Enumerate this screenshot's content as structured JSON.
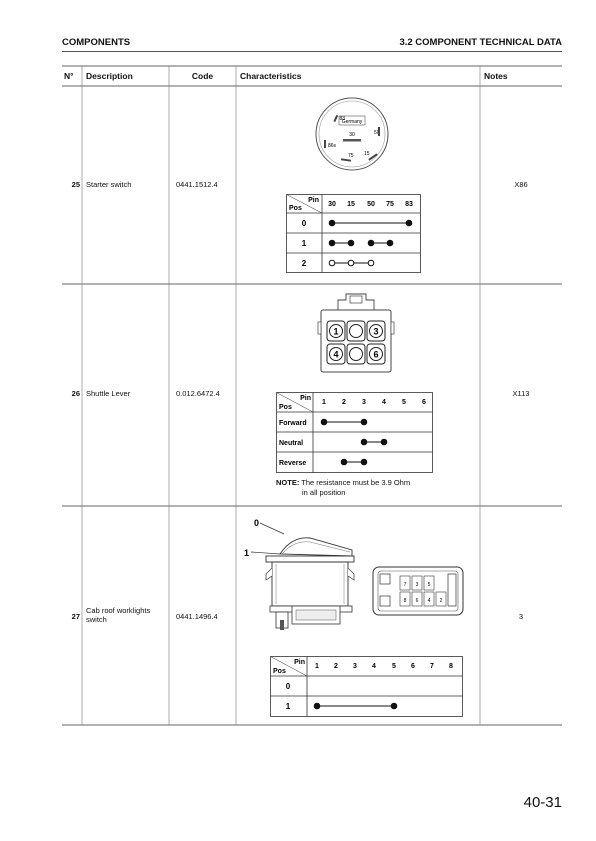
{
  "header": {
    "left": "COMPONENTS",
    "right": "3.2 COMPONENT TECHNICAL DATA"
  },
  "table": {
    "headers": {
      "no": "N°",
      "description": "Description",
      "code": "Code",
      "characteristics": "Characteristics",
      "notes": "Notes"
    },
    "rows": [
      {
        "no": "25",
        "description": "Starter switch",
        "code": "0441.1512.4",
        "notes": "X86",
        "switch_labels": {
          "germany": "Germany",
          "t30": "30",
          "t50": "50",
          "t83": "83",
          "t86s": "86s",
          "t75": "75",
          "t15": "15"
        },
        "pin_header": "Pin",
        "pos_header": "Pos",
        "pins": [
          "30",
          "15",
          "50",
          "75",
          "83"
        ],
        "positions": [
          "0",
          "1",
          "2"
        ]
      },
      {
        "no": "26",
        "description": "Shuttle Lever",
        "code": "0.012.6472.4",
        "notes": "X113",
        "connector_pins": [
          "1",
          "3",
          "4",
          "6"
        ],
        "pin_header": "Pin",
        "pos_header": "Pos",
        "pins": [
          "1",
          "2",
          "3",
          "4",
          "5",
          "6"
        ],
        "positions": [
          "Forward",
          "Neutral",
          "Reverse"
        ],
        "note_label": "NOTE:",
        "note_line1": "The resistance must be 3.9 Ohm",
        "note_line2": "in all position"
      },
      {
        "no": "27",
        "description_line1": "Cab roof worklights",
        "description_line2": "switch",
        "code": "0441.1496.4",
        "notes": "3",
        "lever_labels": [
          "0",
          "1"
        ],
        "back_pins": [
          "7",
          "3",
          "5",
          "8",
          "6",
          "4",
          "2"
        ],
        "pin_header": "Pin",
        "pos_header": "Pos",
        "pins": [
          "1",
          "2",
          "3",
          "4",
          "5",
          "6",
          "7",
          "8"
        ],
        "positions": [
          "0",
          "1"
        ]
      }
    ]
  },
  "page_number": "40-31"
}
